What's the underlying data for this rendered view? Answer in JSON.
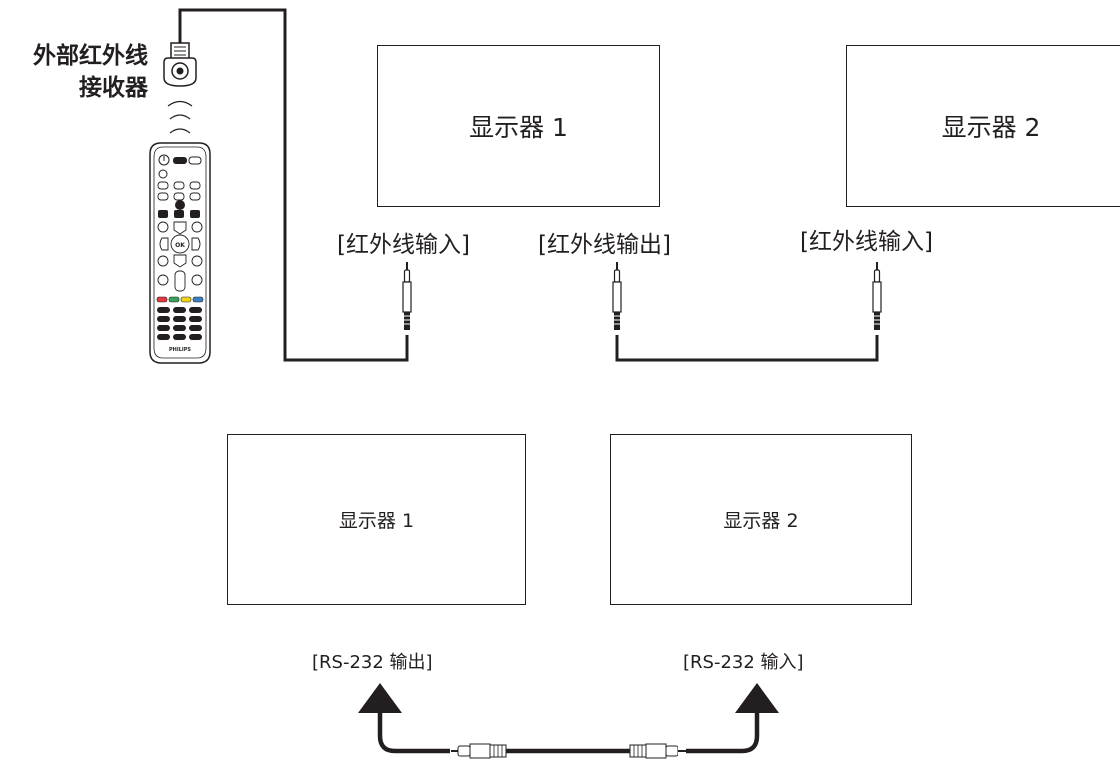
{
  "ir_receiver": {
    "label_line1": "外部红外线",
    "label_line2": "接收器"
  },
  "top_row": {
    "display_1": "显示器 1",
    "display_2": "显示器 2",
    "port_ir_in_1": "[红外线输入]",
    "port_ir_out": "[红外线输出]",
    "port_ir_in_2": "[红外线输入]"
  },
  "bottom_row": {
    "display_1": "显示器 1",
    "display_2": "显示器 2",
    "port_rs232_out": "[RS-232 输出]",
    "port_rs232_in": "[RS-232 输入]"
  },
  "remote": {
    "brand": "PHILIPS",
    "ok_label": "OK"
  },
  "colors": {
    "line": "#231f20",
    "key_red": "#e0393e",
    "key_green": "#3aa35b",
    "key_yellow": "#f2d31b",
    "key_blue": "#3b7fc4"
  }
}
